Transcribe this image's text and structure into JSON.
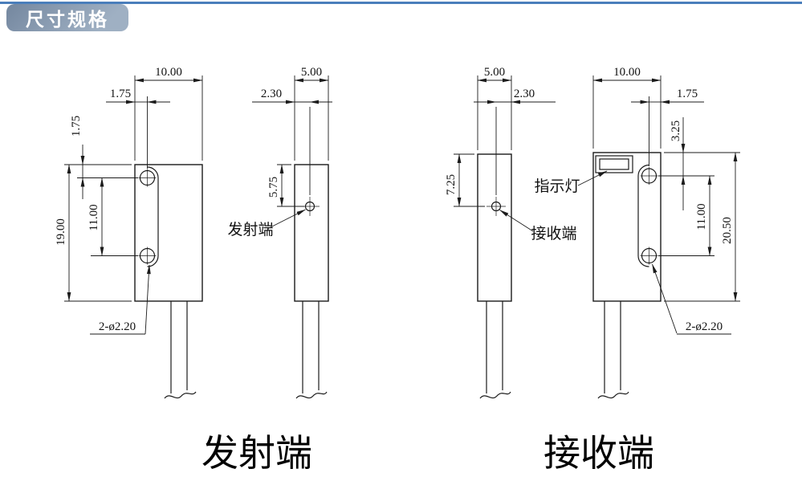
{
  "header": {
    "badge_label": "尺寸规格",
    "accent_color": "#4a7ebb",
    "badge_gradient": [
      "#74879f",
      "#9fb0c3"
    ]
  },
  "views": {
    "transmitter_front": {
      "dims": {
        "width": "10.00",
        "hole_x": "1.75",
        "hole_y": "1.75",
        "hole_pitch": "11.00",
        "height": "19.00",
        "hole_note": "2-ø2.20"
      }
    },
    "transmitter_side": {
      "dims": {
        "width": "5.00",
        "lens_x": "2.30",
        "lens_y": "5.75"
      },
      "label": "发射端"
    },
    "receiver_side": {
      "dims": {
        "width": "5.00",
        "lens_x": "2.30",
        "lens_y": "7.25"
      },
      "label": "接收端"
    },
    "receiver_front": {
      "dims": {
        "width": "10.00",
        "hole_x": "1.75",
        "hole_y": "3.25",
        "hole_pitch": "11.00",
        "height": "20.50",
        "hole_note": "2-ø2.20"
      },
      "indicator_label": "指示灯"
    }
  },
  "captions": {
    "transmitter": "发射端",
    "receiver": "接收端"
  }
}
